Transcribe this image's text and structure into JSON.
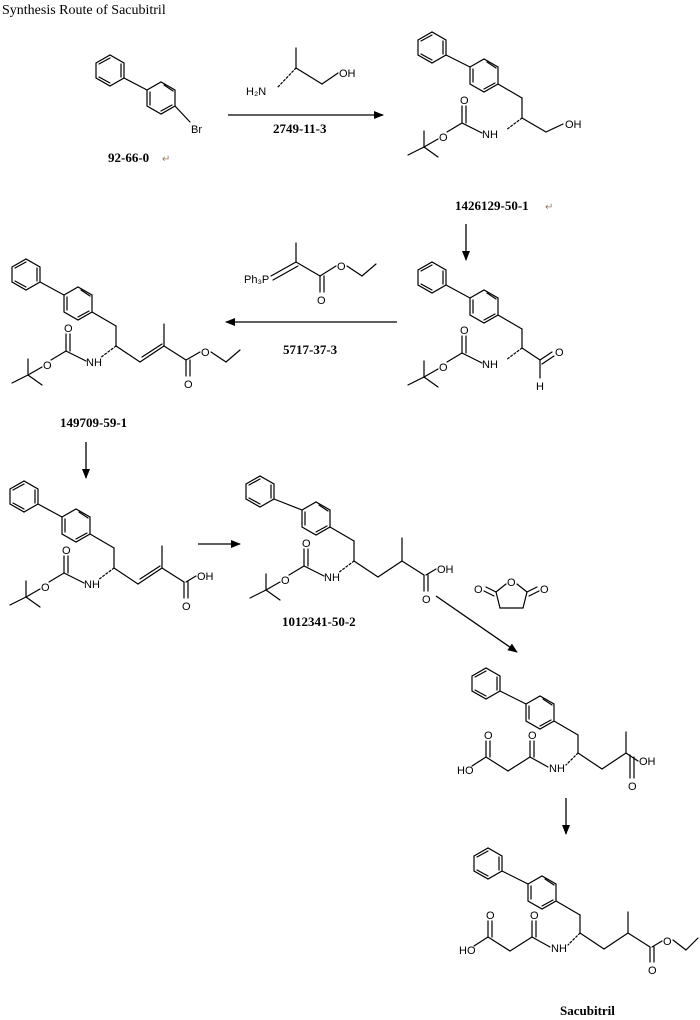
{
  "title": "Synthesis Route of Sacubitril",
  "compounds": {
    "c1": "92-66-0",
    "r1": "2749-11-3",
    "c2": "1426129-50-1",
    "r2": "5717-37-3",
    "c3": "149709-59-1",
    "c4": "1012341-50-2",
    "final": "Sacubitril"
  },
  "atoms": {
    "br": "Br",
    "h2n": "H₂N",
    "oh": "OH",
    "nh": "NH",
    "o": "O",
    "h": "H",
    "ho": "HO",
    "ph3p": "Ph₃P",
    "p": "P"
  },
  "return_mark": "↵"
}
